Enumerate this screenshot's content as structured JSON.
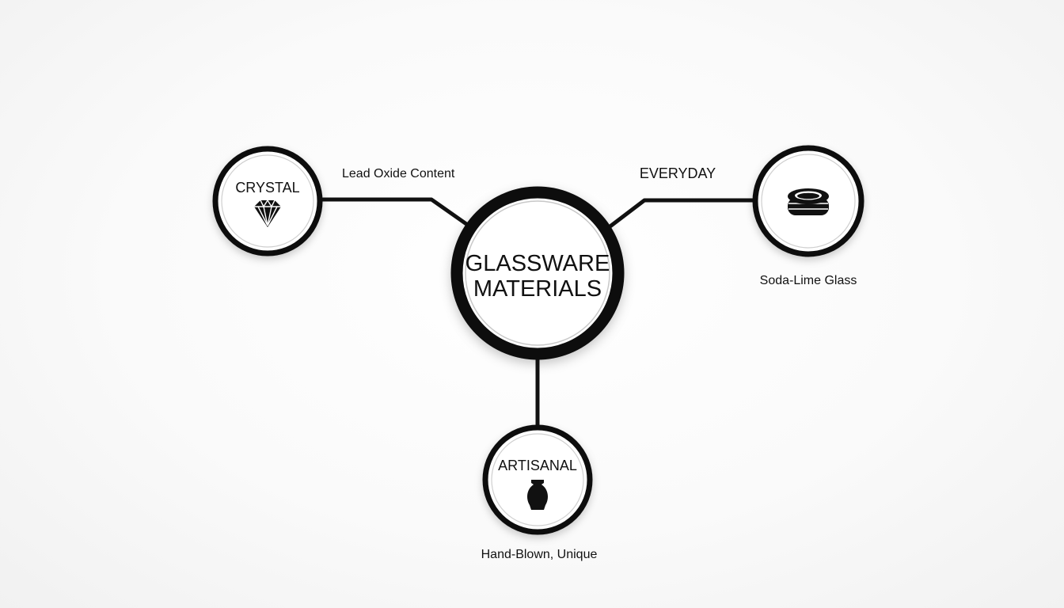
{
  "center": {
    "line1": "GLASSWARE",
    "line2": "MATERIALS"
  },
  "nodes": {
    "crystal": {
      "title": "CRYSTAL",
      "icon": "diamond-icon",
      "connector_label": "Lead Oxide Content"
    },
    "everyday": {
      "title": "EVERYDAY",
      "icon": "stacked-plates-icon",
      "description": "Soda-Lime Glass"
    },
    "artisanal": {
      "title": "ARTISANAL",
      "icon": "vase-icon",
      "description": "Hand-Blown, Unique"
    }
  },
  "colors": {
    "ink": "#111111",
    "fill": "#ffffff",
    "ring": "#c8c8c8",
    "background": "#f7f7f7"
  }
}
